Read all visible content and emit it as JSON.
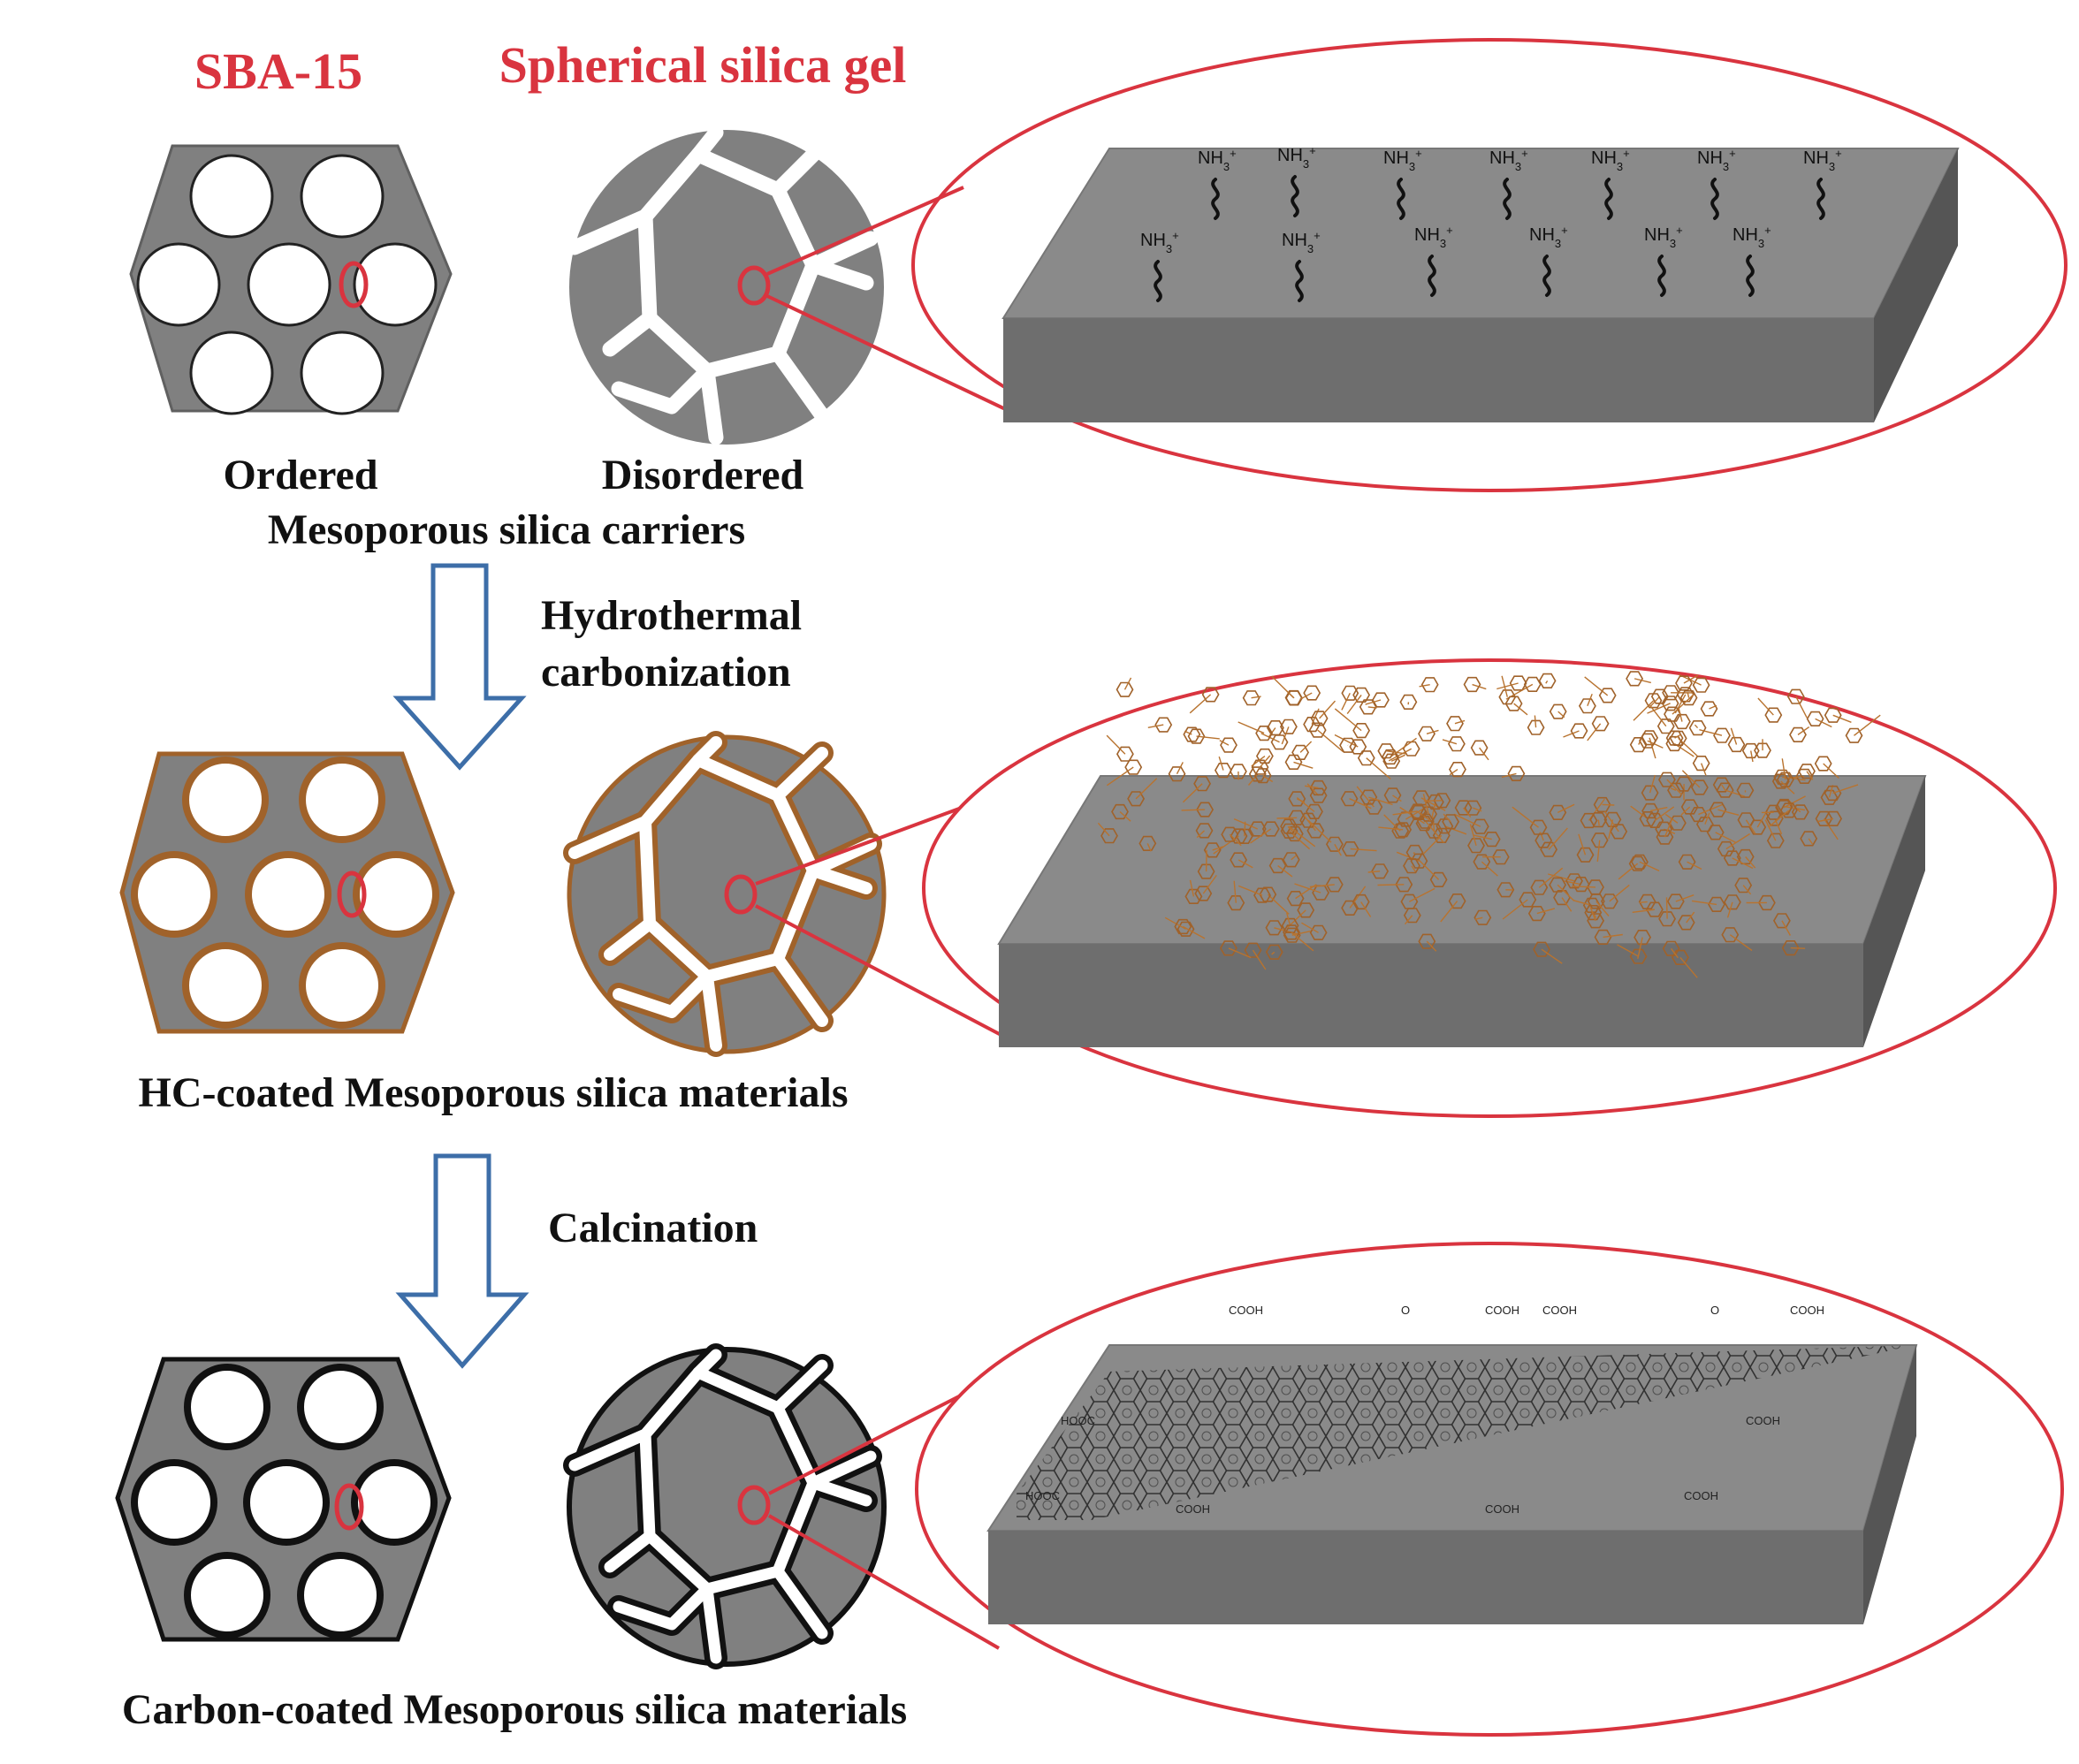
{
  "labels": {
    "sba15": "SBA-15",
    "silica_gel": "Spherical silica gel",
    "ordered": "Ordered",
    "disordered": "Disordered",
    "carriers": "Mesoporous silica carriers",
    "step1_line1": "Hydrothermal",
    "step1_line2": "carbonization",
    "hc_coated": "HC-coated Mesoporous silica materials",
    "step2": "Calcination",
    "carbon_coated": "Carbon-coated Mesoporous silica materials"
  },
  "surface_group": {
    "base": "NH",
    "sub": "3",
    "sup": "+"
  },
  "functional_groups": {
    "acid": "COOH",
    "ketone": "O",
    "acid_rev": "HOOC"
  },
  "colors": {
    "accent_red": "#d9343f",
    "arrow_blue": "#3d6ea8",
    "silica_gray": "#808080",
    "hc_brown": "#a0622a",
    "carbon_black": "#111111"
  }
}
